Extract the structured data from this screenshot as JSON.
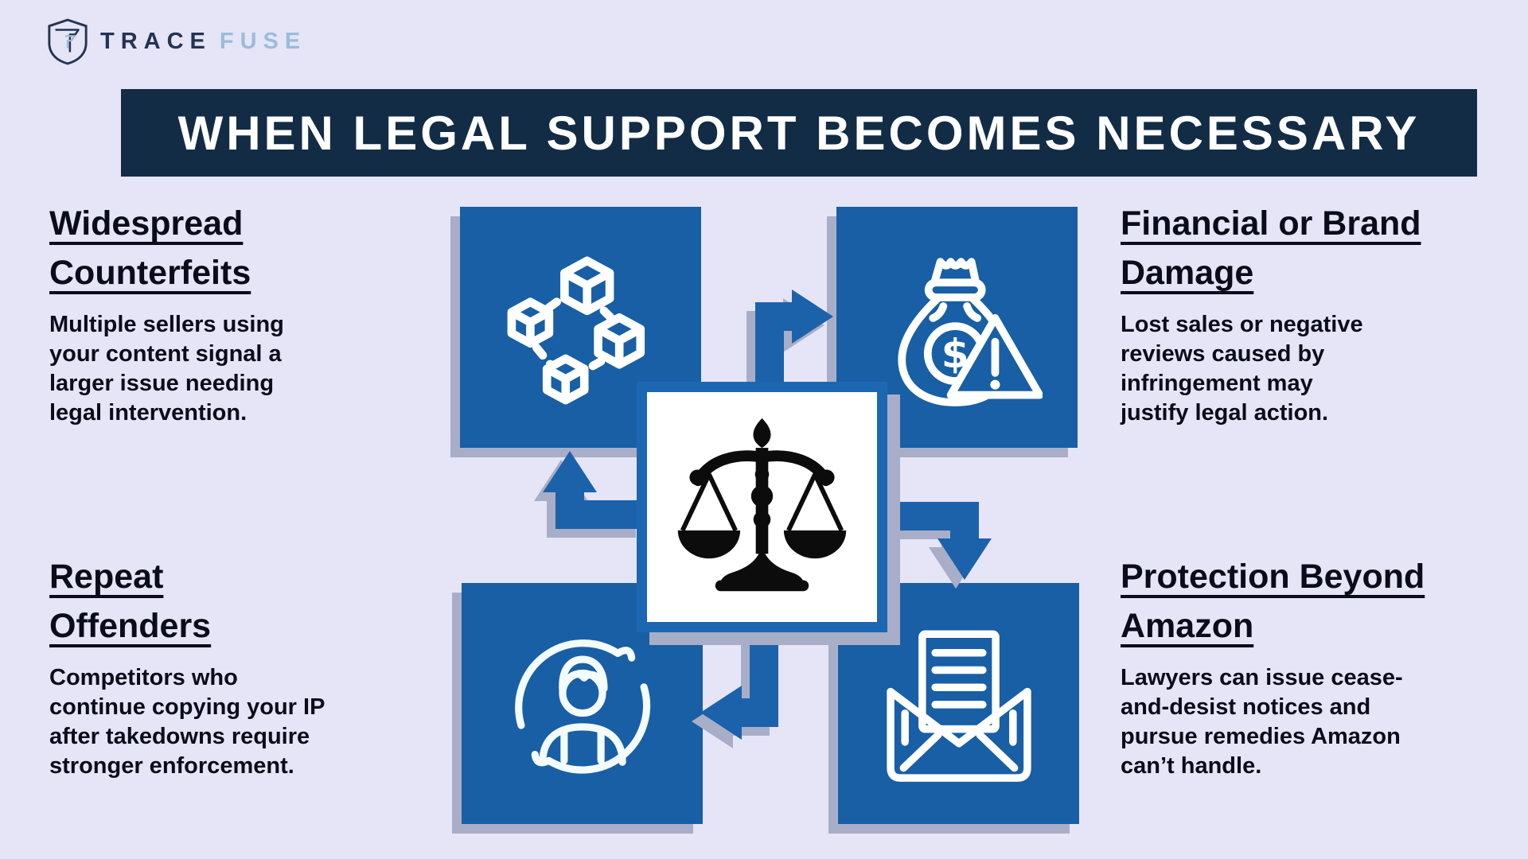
{
  "brand": {
    "trace": "TRACE",
    "fuse": "FUSE"
  },
  "title": "WHEN LEGAL SUPPORT BECOMES NECESSARY",
  "sections": {
    "top_left": {
      "heading": "Widespread\nCounterfeits",
      "body": "Multiple sellers using\nyour content signal a\nlarger issue needing\nlegal intervention."
    },
    "top_right": {
      "heading": "Financial or Brand\nDamage",
      "body": "Lost sales or negative\nreviews caused by\ninfringement may\njustify legal action."
    },
    "bottom_left": {
      "heading": "Repeat\nOffenders",
      "body": "Competitors who\ncontinue copying your IP\nafter takedowns require\nstronger enforcement."
    },
    "bottom_right": {
      "heading": "Protection Beyond\nAmazon",
      "body": "Lawyers can issue cease-\nand-desist notices and\npursue remedies Amazon\ncan’t handle."
    }
  },
  "diagram": {
    "center_icon": "scales-of-justice",
    "dollar_sign": "$",
    "nodes": [
      {
        "position": "top-left",
        "icon": "counterfeit-boxes-icon"
      },
      {
        "position": "top-right",
        "icon": "money-bag-warning-icon"
      },
      {
        "position": "bottom-left",
        "icon": "repeat-offender-person-icon"
      },
      {
        "position": "bottom-right",
        "icon": "cease-desist-letter-icon"
      }
    ]
  },
  "colors": {
    "background": "#e5e5f7",
    "primary_blue": "#185fa5",
    "banner_navy": "#132c45",
    "text": "#0b0c1a",
    "shadow": "#a9aec8",
    "center_border": "#1d67b2",
    "logo_navy": "#243352",
    "logo_light_blue": "#9bbcda"
  }
}
